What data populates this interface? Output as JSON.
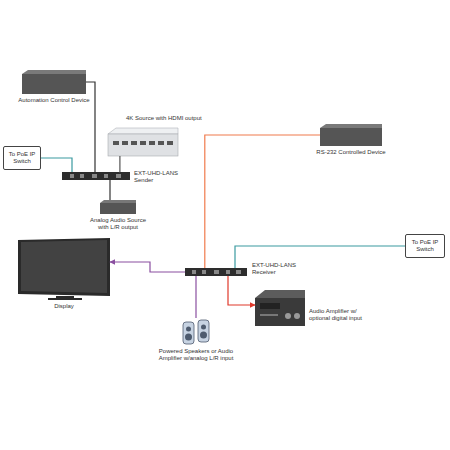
{
  "diagram": {
    "nodes": [
      {
        "text": [
          "Automation Control Device"
        ]
      },
      {
        "text": [
          "4K Source with HDMI output"
        ]
      },
      {
        "text": [
          "To PoE IP Switch"
        ]
      },
      {
        "text": [
          "EXT-UHD-LANS Sender"
        ]
      },
      {
        "text": [
          "Analog Audio Source with L/R output"
        ]
      },
      {
        "text": [
          "RS-232 Controlled Device"
        ]
      },
      {
        "text": [
          "To PoE IP Switch"
        ]
      },
      {
        "text": [
          "EXT-UHD-LANS Receiver"
        ]
      },
      {
        "text": [
          "Display"
        ]
      },
      {
        "text": [
          "Powered Speakers or Audio Amplifier w/analog L/R input"
        ]
      },
      {
        "text": [
          "Audio Amplifier w/ optional digital input"
        ]
      }
    ],
    "edges": [
      {
        "from": 3,
        "to": 0,
        "arrow": "none"
      },
      {
        "from": 1,
        "to": 3,
        "arrow": "none"
      },
      {
        "from": 2,
        "to": 3,
        "arrow": "none"
      },
      {
        "from": 3,
        "to": 4,
        "arrow": "none"
      },
      {
        "from": 7,
        "to": 5,
        "arrow": "none"
      },
      {
        "from": 7,
        "to": 6,
        "arrow": "none"
      },
      {
        "from": 7,
        "to": 8,
        "arrow": "to"
      },
      {
        "from": 7,
        "to": 9,
        "arrow": "none"
      },
      {
        "from": 7,
        "to": 10,
        "arrow": "to"
      }
    ]
  }
}
